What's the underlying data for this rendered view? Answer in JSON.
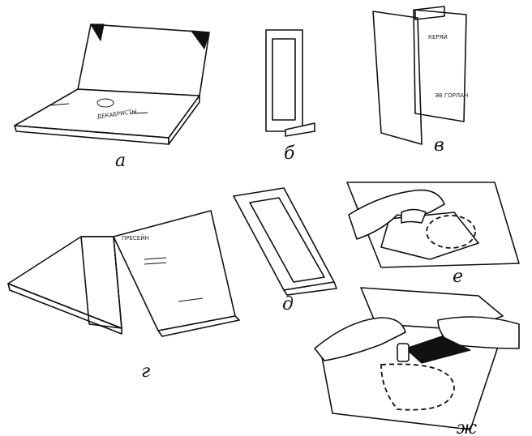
{
  "labels": {
    "a": "а",
    "b": "б",
    "v": "в",
    "g": "г",
    "d": "д",
    "e": "е",
    "zh": "ж"
  }
}
